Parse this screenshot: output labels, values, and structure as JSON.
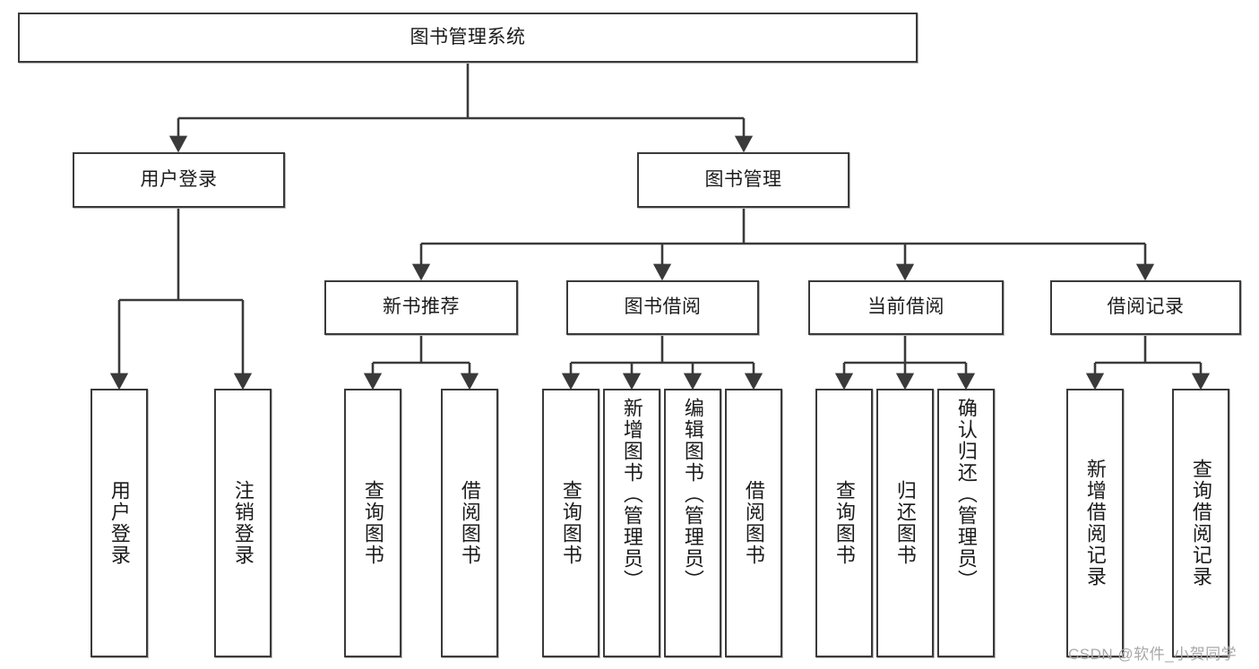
{
  "diagram": {
    "type": "tree",
    "title": "图书管理系统",
    "colors": {
      "background": "#ffffff",
      "box_border": "#3a3a3a",
      "connector": "#3a3a3a",
      "text": "#1b1b1b",
      "watermark": "#a8a8a8"
    },
    "root": {
      "label": "图书管理系统"
    },
    "level2": [
      {
        "label": "用户登录"
      },
      {
        "label": "图书管理"
      }
    ],
    "level3": [
      {
        "label": "新书推荐"
      },
      {
        "label": "图书借阅"
      },
      {
        "label": "当前借阅"
      },
      {
        "label": "借阅记录"
      }
    ],
    "leaves": {
      "user_login": [
        {
          "label": "用户登录"
        },
        {
          "label": "注销登录"
        }
      ],
      "new_book": [
        {
          "label": "查询图书"
        },
        {
          "label": "借阅图书"
        }
      ],
      "book_borrow": [
        {
          "label": "查询图书"
        },
        {
          "label": "新增图书（管理员）"
        },
        {
          "label": "编辑图书（管理员）"
        },
        {
          "label": "借阅图书"
        }
      ],
      "current_borrow": [
        {
          "label": "查询图书"
        },
        {
          "label": "归还图书"
        },
        {
          "label": "确认归还（管理员）"
        }
      ],
      "borrow_record": [
        {
          "label": "新增借阅记录"
        },
        {
          "label": "查询借阅记录"
        }
      ]
    },
    "watermark": "CSDN @软件_小贺同学"
  }
}
